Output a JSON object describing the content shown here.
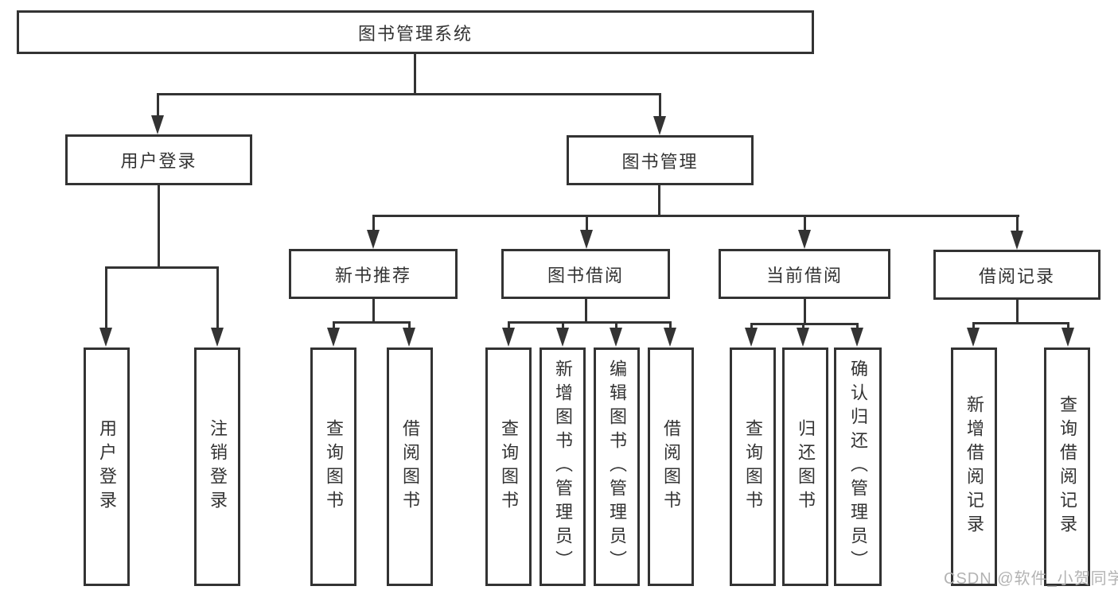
{
  "tree": {
    "label": "图书管理系统",
    "children": [
      {
        "label": "用户登录",
        "children": [
          {
            "label": "用户登录"
          },
          {
            "label": "注销登录"
          }
        ]
      },
      {
        "label": "图书管理",
        "children": [
          {
            "label": "新书推荐",
            "children": [
              {
                "label": "查询图书"
              },
              {
                "label": "借阅图书"
              }
            ]
          },
          {
            "label": "图书借阅",
            "children": [
              {
                "label": "查询图书"
              },
              {
                "label": "新增图书（管理员）"
              },
              {
                "label": "编辑图书（管理员）"
              },
              {
                "label": "借阅图书"
              }
            ]
          },
          {
            "label": "当前借阅",
            "children": [
              {
                "label": "查询图书"
              },
              {
                "label": "归还图书"
              },
              {
                "label": "确认归还（管理员）"
              }
            ]
          },
          {
            "label": "借阅记录",
            "children": [
              {
                "label": "新增借阅记录"
              },
              {
                "label": "查询借阅记录"
              }
            ]
          }
        ]
      }
    ]
  },
  "watermark": {
    "text": "CSDN @软件_小贺同学"
  },
  "colors": {
    "line": "#333333",
    "text": "#333333",
    "watermark": "#b3b3b3",
    "background": "#ffffff"
  }
}
